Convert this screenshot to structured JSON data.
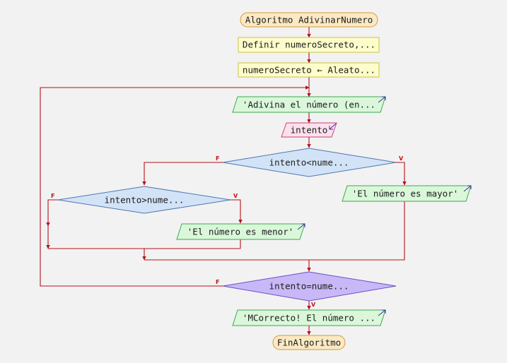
{
  "flowchart": {
    "start": "Algoritmo AdivinarNumero",
    "define": "Definir numeroSecreto,...",
    "assign": "numeroSecreto ← Aleato...",
    "output_prompt": "'Adivina el número (en...",
    "input_var": "intento",
    "cond_less": "intento<nume...",
    "cond_greater": "intento>nume...",
    "output_mayor": "'El número es mayor'",
    "output_menor": "'El número es menor'",
    "cond_loop": "intento=nume...",
    "output_correct": "'MCorrecto! El número ...",
    "end": "FinAlgoritmo",
    "true_mark": "V",
    "false_mark": "F"
  },
  "colors": {
    "background": "#f2f2f2",
    "line": "#b5121b",
    "terminal_fill": "#fbe9c4",
    "terminal_stroke": "#d29a36",
    "process_fill": "#fdfdcb",
    "process_stroke": "#c9c24a",
    "output_fill": "#daf7da",
    "output_stroke": "#3fa84f",
    "input_fill": "#fde0ec",
    "input_stroke": "#c8407a",
    "decision_fill": "#d3e3f7",
    "decision_stroke": "#4f76b0",
    "loop_fill": "#c9b8f7",
    "loop_stroke": "#6a4fc6"
  }
}
